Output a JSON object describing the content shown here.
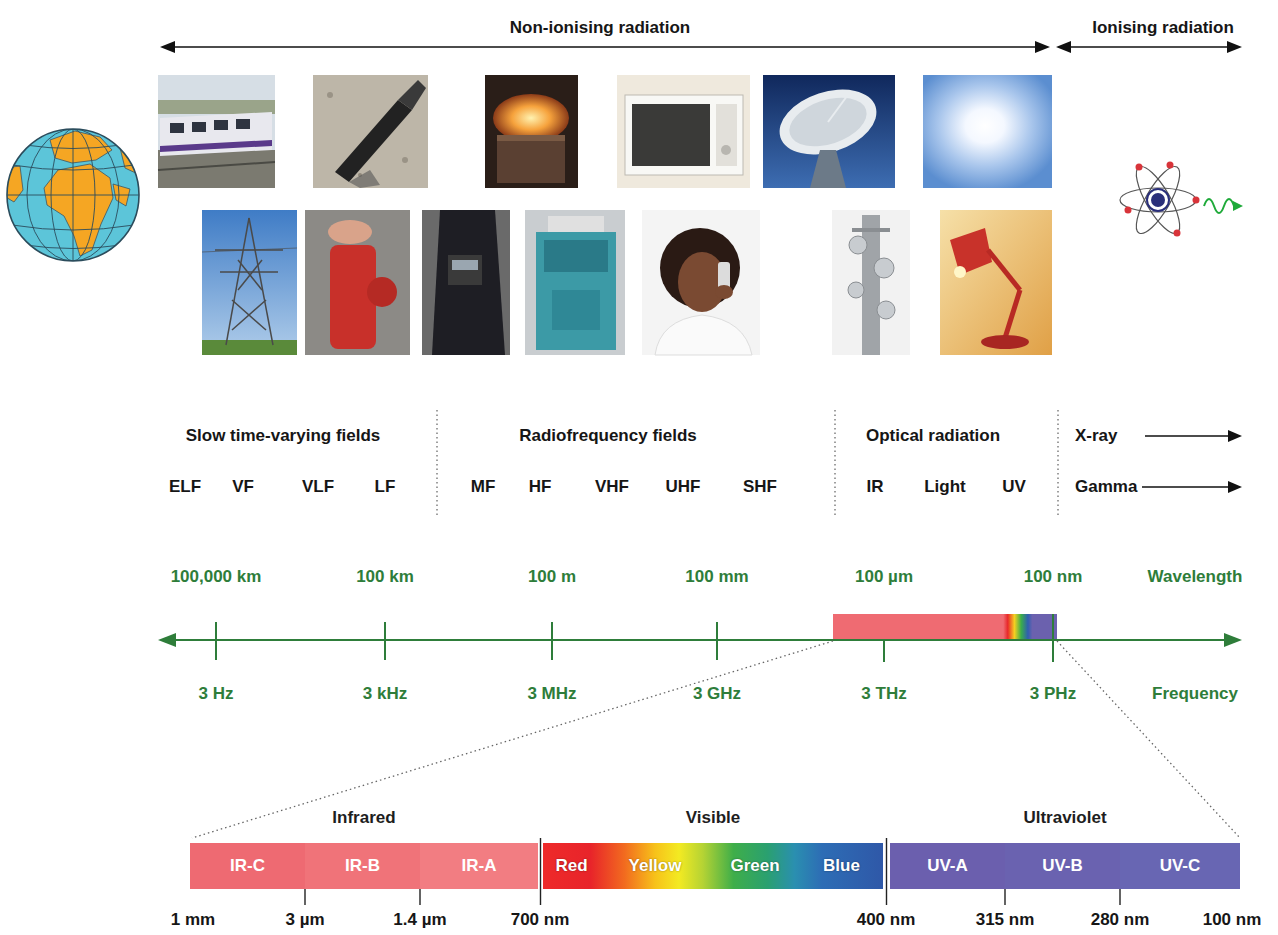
{
  "diagram": {
    "nodes": [
      {
        "text": [
          "Infrared"
        ]
      },
      {
        "text": [
          "IR-C"
        ],
        "in": 0
      },
      {
        "text": [
          "IR-B"
        ],
        "in": 0
      },
      {
        "text": [
          "IR-A"
        ],
        "in": 0
      },
      {
        "text": [
          "Visible"
        ]
      },
      {
        "text": [
          "Red"
        ],
        "in": 4
      },
      {
        "text": [
          "Yellow"
        ],
        "in": 4
      },
      {
        "text": [
          "Green"
        ],
        "in": 4
      },
      {
        "text": [
          "Blue"
        ],
        "in": 4
      },
      {
        "text": [
          "Ultraviolet"
        ]
      },
      {
        "text": [
          "UV-A"
        ],
        "in": 9
      },
      {
        "text": [
          "UV-B"
        ],
        "in": 9
      },
      {
        "text": [
          "UV-C"
        ],
        "in": 9
      }
    ],
    "labels": [
      "Non-ionising radiation",
      "Ionising radiation",
      "Slow time-varying fields",
      "ELF",
      "VF",
      "VLF",
      "LF",
      "Radiofrequency fields",
      "MF",
      "HF",
      "VHF",
      "UHF",
      "SHF",
      "Optical radiation",
      "IR",
      "Light",
      "UV",
      "X-ray",
      "Gamma",
      "100,000 km",
      "100 km",
      "100 m",
      "100 mm",
      "100 µm",
      "100 nm",
      "Wavelength",
      "3 Hz",
      "3 kHz",
      "3 MHz",
      "3 GHz",
      "3 THz",
      "3 PHz",
      "Frequency",
      "1 mm",
      "3 µm",
      "1.4 µm",
      "700 nm",
      "400 nm",
      "315 nm",
      "280 nm",
      "100 nm"
    ]
  }
}
